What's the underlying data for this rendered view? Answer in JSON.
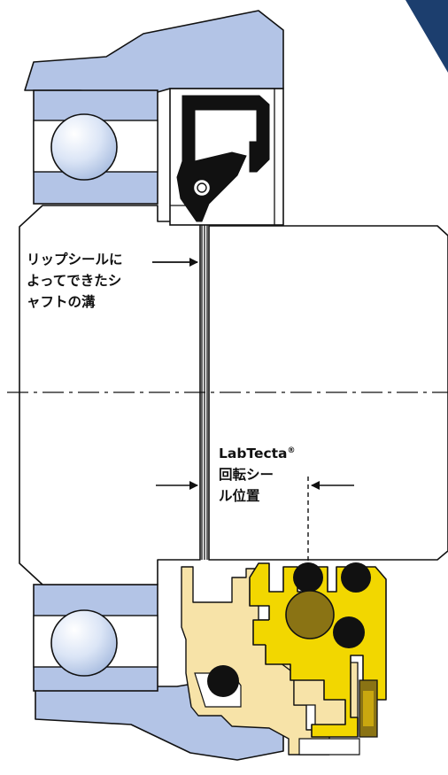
{
  "labels": {
    "groove_line1": "リップシールに",
    "groove_line2": "よってできたシ",
    "groove_line3": "ャフトの溝",
    "seal_brand": "LabTecta",
    "seal_mark": "®",
    "seal_line2": "回転シー",
    "seal_line3": "ル位置"
  },
  "colors": {
    "housing_blue": "#b3c4e6",
    "corner_navy": "#1c3e6e",
    "bearing_ball": "#d9e4f5",
    "seal_yellow": "#f2d700",
    "seal_cream": "#f7e3a8",
    "seal_olive": "#8a7314",
    "outline": "#111111"
  }
}
